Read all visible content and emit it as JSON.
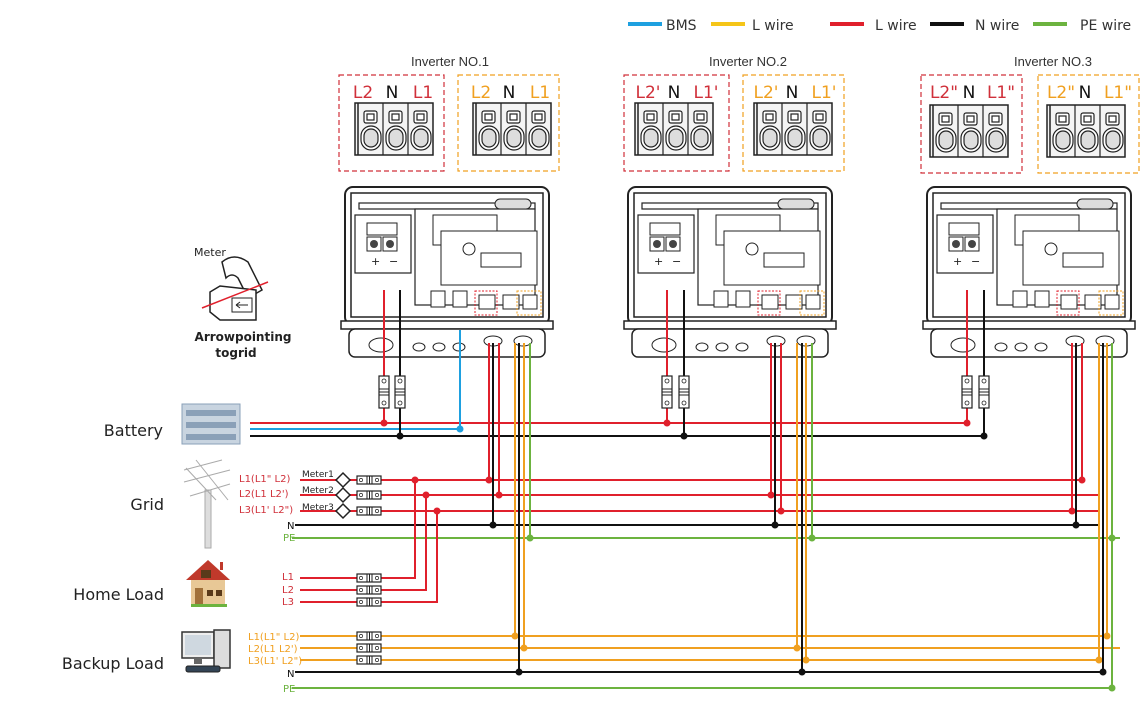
{
  "colors": {
    "bms": "#1ea0e0",
    "l_wire_orange": "#f0a020",
    "l_wire_red": "#e0202c",
    "n_wire": "#111111",
    "pe_wire": "#6cb33f",
    "legend_yellow": "#f5c518"
  },
  "legend": [
    {
      "label": "BMS",
      "color_key": "bms"
    },
    {
      "label": "L wire",
      "color_key": "legend_yellow"
    },
    {
      "label": "L wire",
      "color_key": "l_wire_red"
    },
    {
      "label": "N wire",
      "color_key": "n_wire"
    },
    {
      "label": "PE wire",
      "color_key": "pe_wire"
    }
  ],
  "inverters": [
    {
      "title": "Inverter NO.1",
      "grid_terminal": [
        "L2",
        "N",
        "L1"
      ],
      "backup_terminal": [
        "L2",
        "N",
        "L1"
      ]
    },
    {
      "title": "Inverter NO.2",
      "grid_terminal": [
        "L2'",
        "N",
        "L1'"
      ],
      "backup_terminal": [
        "L2'",
        "N",
        "L1'"
      ]
    },
    {
      "title": "Inverter NO.3",
      "grid_terminal": [
        "L2\"",
        "N",
        "L1\""
      ],
      "backup_terminal": [
        "L2\"",
        "N",
        "L1\""
      ]
    }
  ],
  "meter": {
    "label": "Meter",
    "caption_line1": "Arrowpointing",
    "caption_line2": "togrid"
  },
  "sources": {
    "battery": "Battery",
    "grid": "Grid",
    "home_load": "Home Load",
    "backup_load": "Backup Load"
  },
  "grid_lines": {
    "phases": [
      "L1(L1\" L2)",
      "L2(L1  L2')",
      "L3(L1' L2\")"
    ],
    "meters": [
      "Meter1",
      "Meter2",
      "Meter3"
    ],
    "n": "N",
    "pe": "PE"
  },
  "home_lines": [
    "L1",
    "L2",
    "L3"
  ],
  "backup_lines": {
    "phases": [
      "L1(L1\" L2)",
      "L2(L1  L2')",
      "L3(L1' L2\")"
    ],
    "n": "N",
    "pe": "PE"
  }
}
